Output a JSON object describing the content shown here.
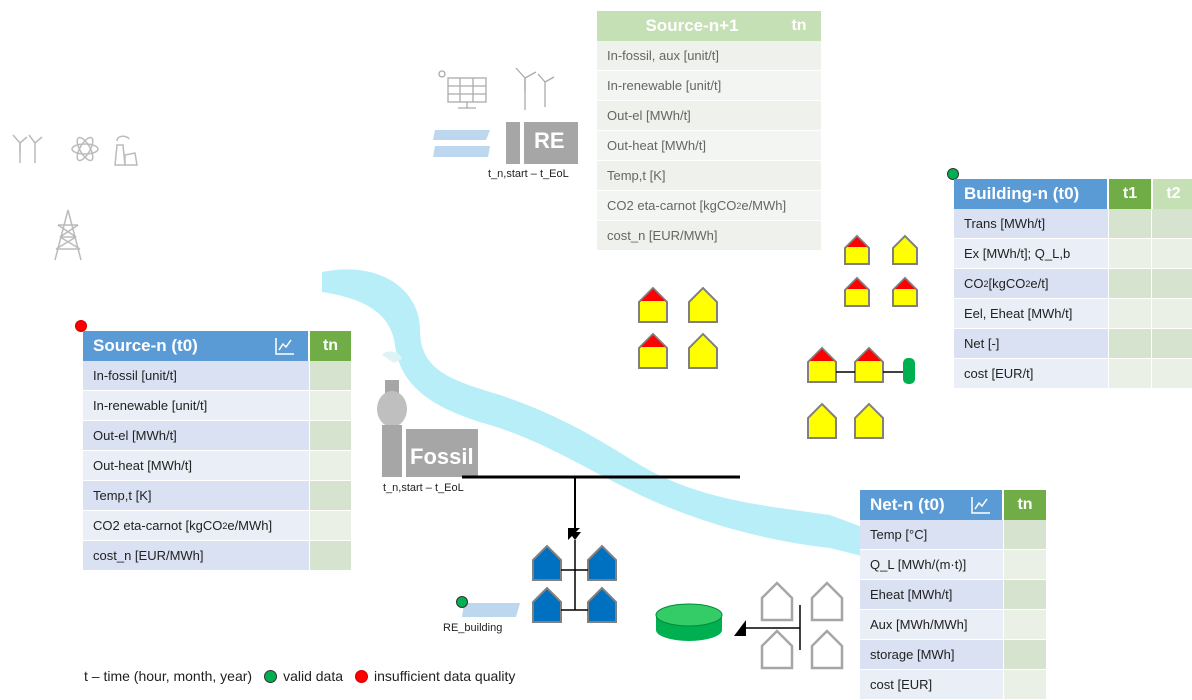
{
  "source_n1": {
    "title": "Source-n+1",
    "time": "tn",
    "rows": [
      "In-fossil, aux [unit/t]",
      "In-renewable [unit/t]",
      "Out-el [MWh/t]",
      "Out-heat [MWh/t]",
      "Temp,t [K]",
      "CO2 eta-carnot [kgCO2e/MWh]",
      "cost_n [EUR/MWh]"
    ]
  },
  "source_n": {
    "title": "Source-n (t0)",
    "time": "tn",
    "status": "insufficient",
    "rows": [
      "In-fossil [unit/t]",
      "In-renewable [unit/t]",
      "Out-el [MWh/t]",
      "Out-heat [MWh/t]",
      "Temp,t [K]",
      "CO2 eta-carnot [kgCO2e/MWh]",
      "cost_n [EUR/MWh]"
    ]
  },
  "building_n": {
    "title": "Building-n (t0)",
    "t1": "t1",
    "t2": "t2",
    "status": "valid",
    "rows": [
      "Trans [MWh/t]",
      "Ex [MWh/t]; Q_L,b",
      "CO2 [kgCO2e/t]",
      "Eel, Eheat [MWh/t]",
      "Net [-]",
      "cost [EUR/t]"
    ]
  },
  "net_n": {
    "title": "Net-n (t0)",
    "time": "tn",
    "rows": [
      "Temp [°C]",
      "Q_L [MWh/(m·t)]",
      "Eheat [MWh/t]",
      "Aux [MWh/MWh]",
      "storage [MWh]",
      "cost [EUR]"
    ]
  },
  "plants": {
    "re_label": "RE",
    "re_time": "t_n,start – t_EoL",
    "fossil_label": "Fossil",
    "fossil_time": "t_n,start – t_EoL",
    "re_building": "RE_building"
  },
  "legend": {
    "time": "t – time (hour, month, year)",
    "valid": "valid data",
    "insufficient": "insufficient data quality"
  },
  "colors": {
    "header_blue": "#5b9bd5",
    "time_green": "#70ad47",
    "valid": "#00b050",
    "insufficient": "#ff0000",
    "river": "#b7eef8",
    "house_yellow": "#ffff00",
    "roof_red": "#ff0000",
    "house_blue": "#0070c0"
  }
}
